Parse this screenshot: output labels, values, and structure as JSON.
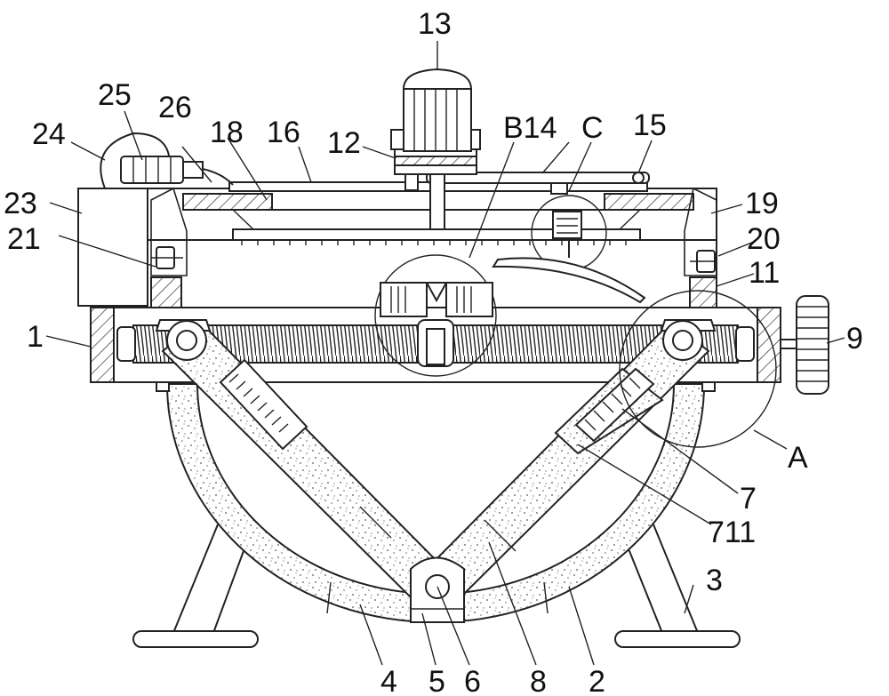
{
  "figure": {
    "labels": {
      "l1": "1",
      "l2": "2",
      "l3": "3",
      "l4": "4",
      "l5": "5",
      "l6": "6",
      "l7": "7",
      "l711": "711",
      "l8": "8",
      "l9": "9",
      "l11": "11",
      "l12": "12",
      "l13": "13",
      "lB14": "B14",
      "lC": "C",
      "l15": "15",
      "l16": "16",
      "l18": "18",
      "l19": "19",
      "l20": "20",
      "l21": "21",
      "l23": "23",
      "l24": "24",
      "l25": "25",
      "l26": "26",
      "lA": "A"
    },
    "colors": {
      "line": "#222222",
      "speckle": "#cfcfcf",
      "background": "#ffffff"
    }
  }
}
